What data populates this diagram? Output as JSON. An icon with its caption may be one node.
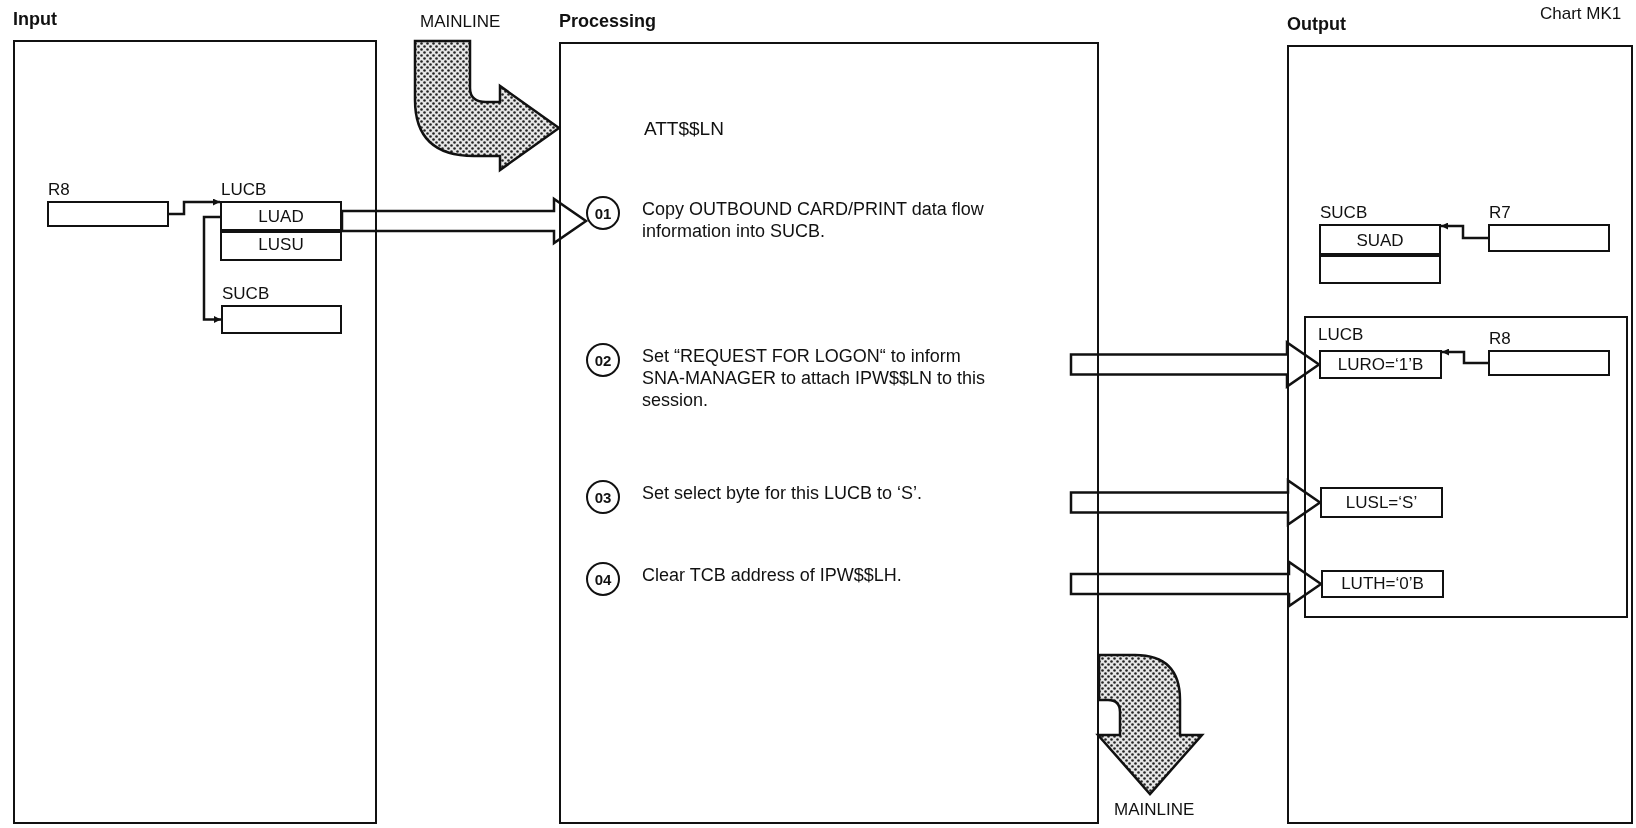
{
  "diagram": {
    "nodes": [
      {
        "text": [
          "Input"
        ]
      },
      {
        "text": [
          "R8"
        ],
        "in": 0
      },
      {
        "text": [
          "LUCB"
        ],
        "in": 0
      },
      {
        "text": [
          "LUAD"
        ],
        "in": 2
      },
      {
        "text": [
          "LUSU"
        ],
        "in": 2
      },
      {
        "text": [
          "SUCB"
        ],
        "in": 0
      },
      {
        "text": [
          "Processing"
        ]
      },
      {
        "text": [
          "01",
          "Copy OUTBOUND CARD/PRINT data flow information into SUCB."
        ],
        "in": 6
      },
      {
        "text": [
          "02",
          "Set “REQUEST FOR LOGON“ to inform SNA-MANAGER to attach IPW$$LN to this session."
        ],
        "in": 6
      },
      {
        "text": [
          "03",
          "Set select byte for this LUCB to ‘S’."
        ],
        "in": 6
      },
      {
        "text": [
          "04",
          "Clear TCB address of IPW$$LH."
        ],
        "in": 6
      },
      {
        "text": [
          "Output"
        ]
      },
      {
        "text": [
          "SUCB"
        ],
        "in": 11
      },
      {
        "text": [
          "SUAD"
        ],
        "in": 12
      },
      {
        "text": [],
        "shape": "box",
        "in": 12
      },
      {
        "text": [
          "R7"
        ],
        "in": 11
      },
      {
        "text": [
          "LUCB"
        ],
        "in": 11
      },
      {
        "text": [
          "LURO=‘1’B"
        ],
        "in": 16
      },
      {
        "text": [
          "R8"
        ],
        "in": 16
      },
      {
        "text": [
          "LUSL=‘S’"
        ],
        "in": 16
      },
      {
        "text": [
          "LUTH=‘0’B"
        ],
        "in": 16
      }
    ],
    "edges": [
      {
        "from": 1,
        "to": 2,
        "arrow": "to"
      },
      {
        "from": 3,
        "to": 5,
        "arrow": "to"
      },
      {
        "from": 3,
        "to": 7,
        "arrow": "to",
        "style": "thick"
      },
      {
        "from": 15,
        "to": 12,
        "arrow": "to"
      },
      {
        "from": 18,
        "to": 17,
        "arrow": "to"
      },
      {
        "from": 8,
        "to": 17,
        "arrow": "to",
        "style": "thick"
      },
      {
        "from": 9,
        "to": 19,
        "arrow": "to",
        "style": "thick"
      },
      {
        "from": 10,
        "to": 20,
        "arrow": "to",
        "style": "thick"
      },
      {
        "from": null,
        "to": 6,
        "arrow": "to",
        "style": "thick",
        "label": "MAINLINE"
      },
      {
        "from": 6,
        "to": null,
        "arrow": "to",
        "style": "thick",
        "label": "MAINLINE"
      }
    ],
    "labels": [
      "Chart MK1",
      "ATT$$LN"
    ]
  }
}
